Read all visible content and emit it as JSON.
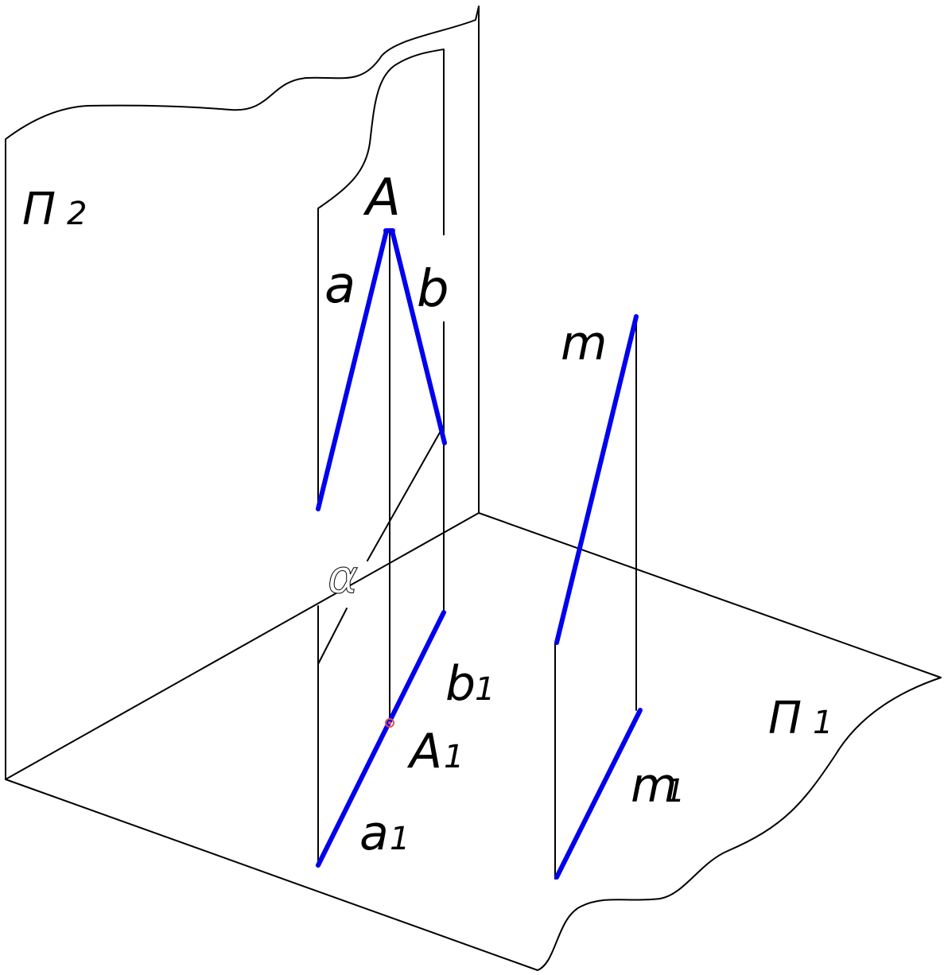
{
  "colors": {
    "projection_line": "#0000ee",
    "outline": "#000000",
    "marker": "#e05050"
  },
  "labels": {
    "plane_v": {
      "main": "П",
      "sub": "2"
    },
    "plane_h": {
      "main": "П",
      "sub": "1"
    },
    "point_A": "A",
    "point_A1": {
      "main": "A",
      "sub": "1"
    },
    "line_a": "a",
    "line_b": "b",
    "line_m": "m",
    "line_a1": {
      "main": "a",
      "sub": "1"
    },
    "line_b1": {
      "main": "b",
      "sub": "1"
    },
    "line_m1": {
      "main": "m",
      "sub": "1"
    },
    "plane_alpha": "α"
  }
}
